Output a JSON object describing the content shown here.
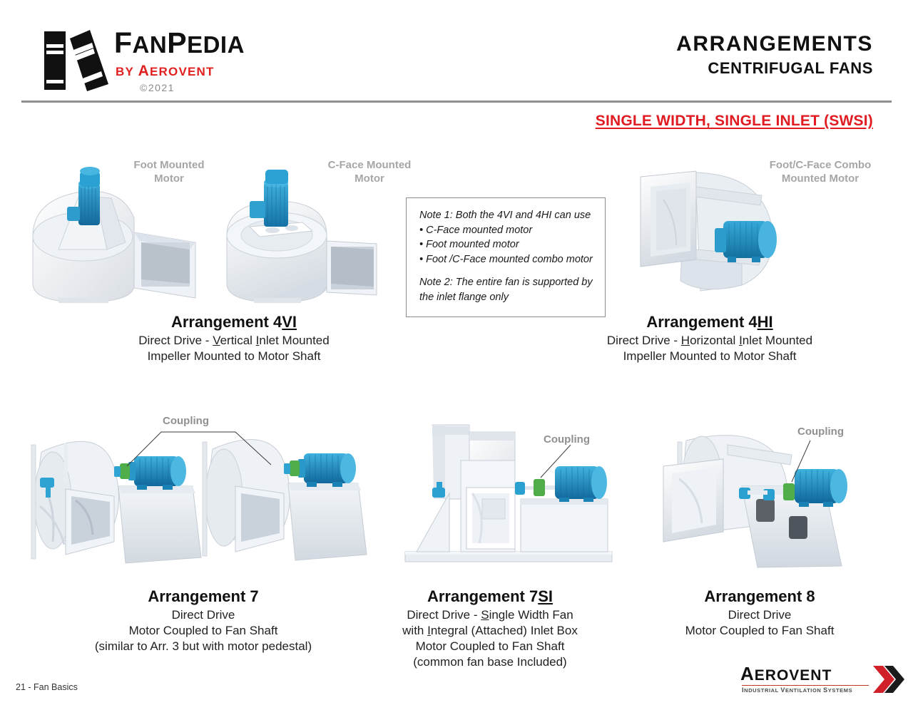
{
  "brand": {
    "name_part1": "F",
    "name_part2": "AN",
    "name_part3": "P",
    "name_part4": "EDIA",
    "tagline_part1": "BY ",
    "tagline_part2": "A",
    "tagline_part3": "EROVENT",
    "copyright": "©2021",
    "logo_icon": "books-icon",
    "accent_red": "#e02020"
  },
  "header": {
    "title": "ARRANGEMENTS",
    "subtitle": "CENTRIFUGAL FANS",
    "section_title": "SINGLE WIDTH, SINGLE INLET (SWSI)",
    "section_color": "#e01b22"
  },
  "annotations": {
    "foot_mounted": "Foot Mounted\nMotor",
    "cface_mounted": "C-Face Mounted\nMotor",
    "combo_mounted": "Foot/C-Face Combo\nMounted Motor",
    "coupling_1": "Coupling",
    "coupling_2": "Coupling",
    "coupling_3": "Coupling"
  },
  "note_box": {
    "note1_heading": "Note 1: Both the 4VI and 4HI can use",
    "note1_bullets": [
      "• C-Face mounted motor",
      "• Foot mounted motor",
      "• Foot /C-Face mounted combo motor"
    ],
    "note2_line1": "Note 2: The entire fan is supported by",
    "note2_line2": "the inlet flange only"
  },
  "arrangements": [
    {
      "id": "4vi",
      "title_prefix": "Arrangement 4",
      "title_underlined": "VI",
      "lines": [
        {
          "pre": "Direct Drive - ",
          "u1": "V",
          "mid": "ertical ",
          "u2": "I",
          "post": "nlet Mounted"
        },
        {
          "pre": "Impeller Mounted to Motor Shaft",
          "u1": "",
          "mid": "",
          "u2": "",
          "post": ""
        }
      ]
    },
    {
      "id": "4hi",
      "title_prefix": "Arrangement 4",
      "title_underlined": "HI",
      "lines": [
        {
          "pre": "Direct Drive - ",
          "u1": "H",
          "mid": "orizontal ",
          "u2": "I",
          "post": "nlet Mounted"
        },
        {
          "pre": "Impeller Mounted to Motor Shaft",
          "u1": "",
          "mid": "",
          "u2": "",
          "post": ""
        }
      ]
    },
    {
      "id": "7",
      "title_prefix": "Arrangement 7",
      "title_underlined": "",
      "lines": [
        {
          "pre": "Direct Drive",
          "u1": "",
          "mid": "",
          "u2": "",
          "post": ""
        },
        {
          "pre": "Motor Coupled to Fan Shaft",
          "u1": "",
          "mid": "",
          "u2": "",
          "post": ""
        },
        {
          "pre": "(similar to Arr. 3 but with motor pedestal)",
          "u1": "",
          "mid": "",
          "u2": "",
          "post": ""
        }
      ]
    },
    {
      "id": "7si",
      "title_prefix": "Arrangement 7",
      "title_underlined": "SI",
      "lines": [
        {
          "pre": "Direct Drive - ",
          "u1": "S",
          "mid": "ingle Width Fan",
          "u2": "",
          "post": ""
        },
        {
          "pre": "with ",
          "u1": "I",
          "mid": "ntegral (Attached) Inlet Box",
          "u2": "",
          "post": ""
        },
        {
          "pre": "Motor Coupled to Fan Shaft",
          "u1": "",
          "mid": "",
          "u2": "",
          "post": ""
        },
        {
          "pre": "(common fan base Included)",
          "u1": "",
          "mid": "",
          "u2": "",
          "post": ""
        }
      ]
    },
    {
      "id": "8",
      "title_prefix": "Arrangement 8",
      "title_underlined": "",
      "lines": [
        {
          "pre": "Direct Drive",
          "u1": "",
          "mid": "",
          "u2": "",
          "post": ""
        },
        {
          "pre": "Motor Coupled to Fan Shaft",
          "u1": "",
          "mid": "",
          "u2": "",
          "post": ""
        }
      ]
    }
  ],
  "footer": {
    "page_label": "21 - Fan Basics",
    "logo_name_cap": "A",
    "logo_name_rest": "EROVENT",
    "logo_tagline_parts": [
      "I",
      "NDUSTRIAL ",
      "V",
      "ENTILATION ",
      "S",
      "YSTEMS"
    ],
    "chevron_red": "#d0202a",
    "chevron_dark": "#1a1a1a"
  },
  "colors": {
    "motor_blue": "#1f90c4",
    "motor_blue_dark": "#14689a",
    "coupling_green": "#4fae4a",
    "housing_white": "#f4f6f8",
    "housing_shade": "#d9dee4",
    "annotation_gray": "#a6a6a6"
  }
}
